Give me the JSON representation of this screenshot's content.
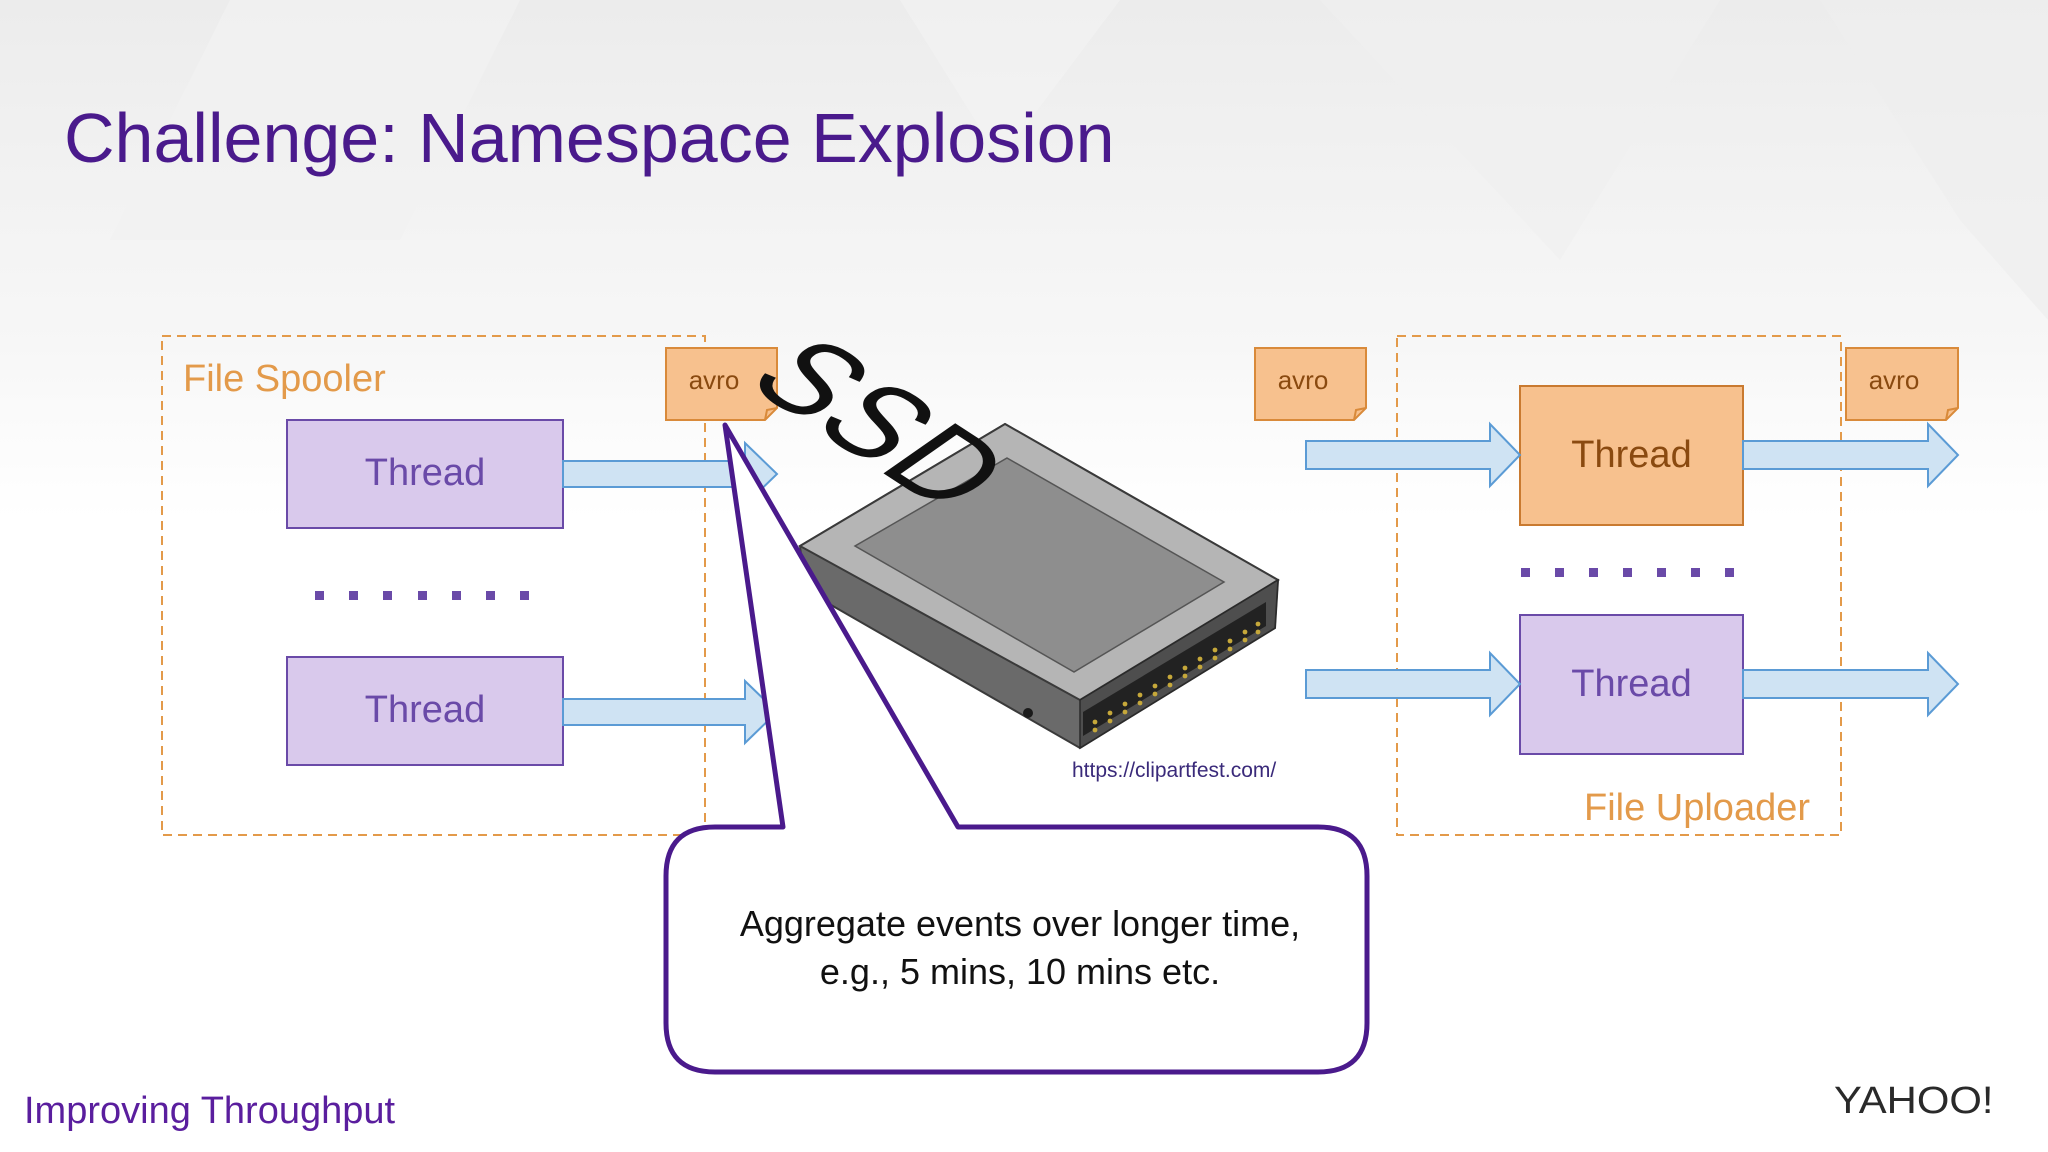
{
  "slide": {
    "title": "Challenge: Namespace Explosion",
    "footer_text": "Improving Throughput",
    "logo_text": "YAHOO!",
    "image_credit": "https://clipartfest.com/"
  },
  "spooler": {
    "label": "File Spooler",
    "threads": [
      "Thread",
      "Thread"
    ],
    "avro": "avro"
  },
  "disk": {
    "label": "SSD"
  },
  "uploader": {
    "label": "File Uploader",
    "threads": [
      "Thread",
      "Thread"
    ],
    "avro_in": "avro",
    "avro_out": "avro"
  },
  "callout": {
    "line1": "Aggregate events over longer time,",
    "line2": "e.g., 5 mins, 10 mins etc."
  },
  "colors": {
    "title": "#4a1a8c",
    "group_border": "#e39a4a",
    "thread_purple_fill": "#d9c9ec",
    "thread_purple_text": "#6a4aa8",
    "thread_orange_fill": "#f7c18e",
    "thread_orange_text": "#8a4a10",
    "arrow_fill": "#cfe3f3",
    "arrow_stroke": "#5b9bd5",
    "callout_stroke": "#4a1a8c"
  }
}
